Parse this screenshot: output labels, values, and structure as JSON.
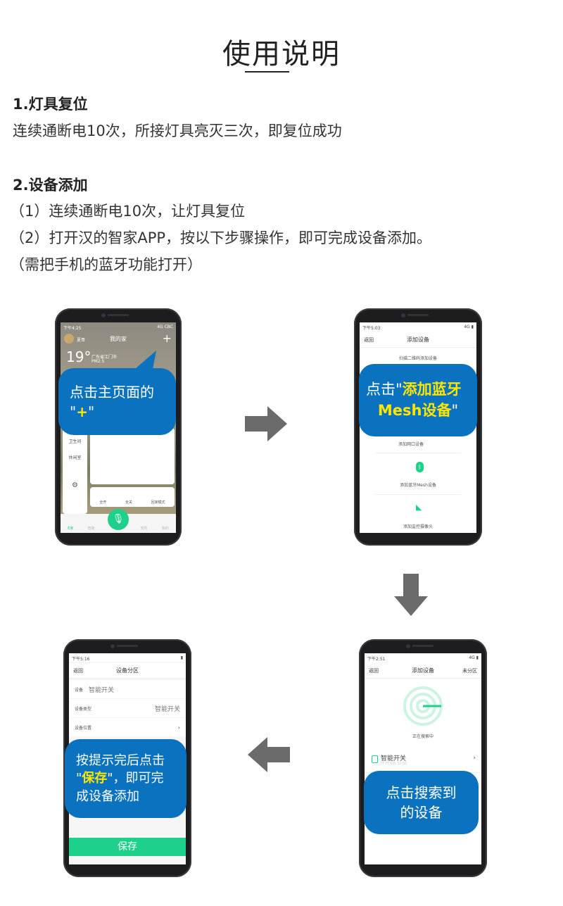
{
  "title": "使用说明",
  "section1": {
    "heading": "1.灯具复位",
    "text": "连续通断电10次，所接灯具亮灭三次，即复位成功"
  },
  "section2": {
    "heading": "2.设备添加",
    "steps": [
      "（1）连续通断电10次，让灯具复位",
      "（2）打开汉的智家APP，按以下步骤操作，即可完成设备添加。",
      "（需把手机的蓝牙功能打开）"
    ]
  },
  "phone1": {
    "time": "下午4:25",
    "status": "4G CBC",
    "user": "夏哥",
    "home": "我的家",
    "plus": "+",
    "temp": "19°",
    "city": "广东省江门市",
    "pm": "PM2.5",
    "rooms": [
      "卫生间",
      "休闲室"
    ],
    "scenes": [
      "全开",
      "全关",
      "回家模式"
    ],
    "nav": [
      "E家",
      "智能",
      "安防",
      "我的"
    ],
    "bubble": {
      "line1": "点击主页面的",
      "q1": "\"",
      "hl": "+",
      "q2": "\""
    }
  },
  "phone2": {
    "time": "下午5:03",
    "back": "返回",
    "title": "添加设备",
    "scan": "扫描二维码添加设备",
    "lan": "添加网口设备",
    "mesh": "添加蓝牙Mesh设备",
    "camera": "添加监控摄像头",
    "bubble": {
      "pre": "点击\"",
      "hl1": "添加蓝牙",
      "hl2": "Mesh设备",
      "post": "\""
    }
  },
  "phone3": {
    "time": "下午2:51",
    "back": "返回",
    "title": "添加设备",
    "zone": "未分区",
    "searching": "正在搜索中",
    "device": "智能开关",
    "mac": "FF:FF:CB:32:68",
    "bubble": {
      "line1": "点击搜索到",
      "line2": "的设备"
    }
  },
  "phone4": {
    "time": "下午5:16",
    "back": "返回",
    "title": "设备分区",
    "row1_label": "设备",
    "row1_value": "智能开关",
    "row2_label": "设备类型",
    "row2_value": "智能开关",
    "row3_label": "设备位置",
    "save": "保存",
    "bubble": {
      "line1": "按提示完后点击",
      "q1": "\"",
      "hl": "保存",
      "q2": "\"，即可完",
      "line3": "成设备添加"
    }
  },
  "colors": {
    "bubble": "#0a72be",
    "highlight": "#ffe600",
    "green": "#1ed18a",
    "arrow": "#6b6b6b"
  }
}
